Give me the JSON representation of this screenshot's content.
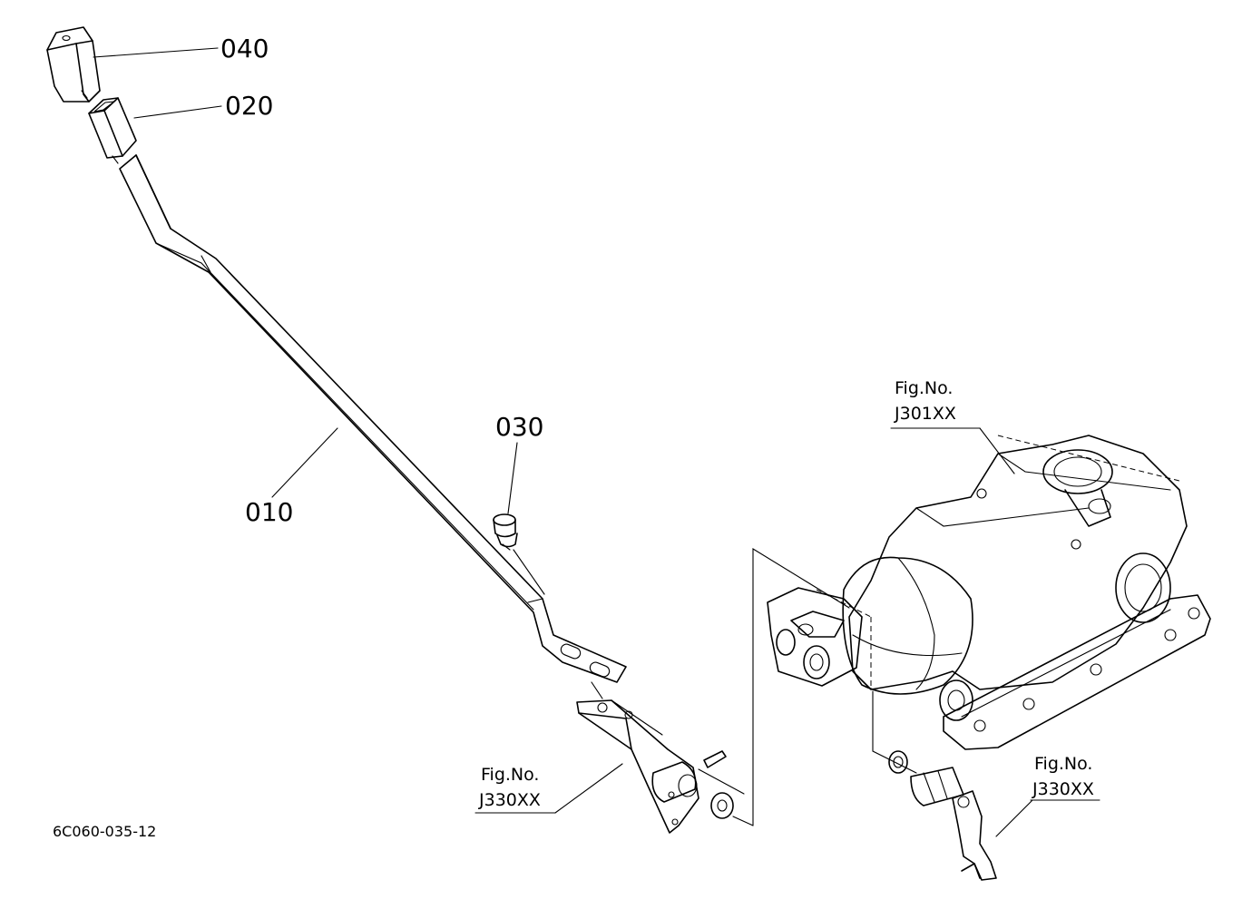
{
  "diagram": {
    "drawing_code": "6C060-035-12",
    "parts": [
      {
        "id": "part-040",
        "label": "040"
      },
      {
        "id": "part-020",
        "label": "020"
      },
      {
        "id": "part-010",
        "label": "010"
      },
      {
        "id": "part-030",
        "label": "030"
      }
    ],
    "references": [
      {
        "id": "ref-j301",
        "line1": "Fig.No.",
        "line2": "J301XX"
      },
      {
        "id": "ref-j330-left",
        "line1": "Fig.No.",
        "line2": "J330XX"
      },
      {
        "id": "ref-j330-right",
        "line1": "Fig.No.",
        "line2": "J330XX"
      }
    ]
  }
}
